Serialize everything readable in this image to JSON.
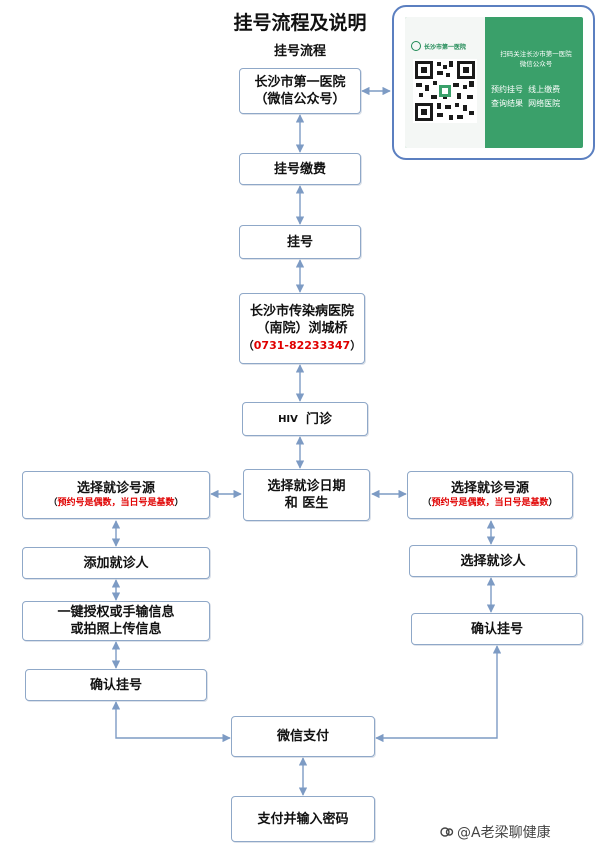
{
  "header": {
    "title": "挂号流程及说明",
    "subtitle": "挂号流程"
  },
  "qr_card": {
    "hospital_logo_text": "长沙市第一医院",
    "caption_line1": "扫码关注长沙市第一医院",
    "caption_line2": "微信公众号",
    "services_line1": "预约挂号  线上缴费",
    "services_line2": "查询结果  网络医院"
  },
  "nodes": {
    "n1": {
      "line1": "长沙市第一医院",
      "line2": "（微信公众号）"
    },
    "n2": {
      "line1": "挂号缴费"
    },
    "n3": {
      "line1": "挂号"
    },
    "n4": {
      "line1": "长沙市传染病医院",
      "line2": "（南院）浏城桥",
      "phone": "0731-82233347"
    },
    "n5": {
      "prefix": "HIV",
      "line1": "门诊"
    },
    "n6": {
      "line1": "选择就诊日期",
      "line2": "和  医生"
    },
    "left1": {
      "line1": "选择就诊号源",
      "note_red": "预约号是偶数，当日号是基数"
    },
    "left2": {
      "line1": "添加就诊人"
    },
    "left3": {
      "line1": "一键授权或手输信息",
      "line2": "或拍照上传信息"
    },
    "left4": {
      "line1": "确认挂号"
    },
    "right1": {
      "line1": "选择就诊号源",
      "note_red": "预约号是偶数，当日号是基数"
    },
    "right2": {
      "line1": "选择就诊人"
    },
    "right3": {
      "line1": "确认挂号"
    },
    "pay": {
      "line1": "微信支付"
    },
    "pwd": {
      "line1": "支付并输入密码"
    }
  },
  "watermark": {
    "text": "@A老梁聊健康"
  },
  "colors": {
    "connector": "#7d9bc4",
    "box_border": "#8fa8c8",
    "phone_red": "#e00000",
    "qr_green": "#3aa06a"
  }
}
